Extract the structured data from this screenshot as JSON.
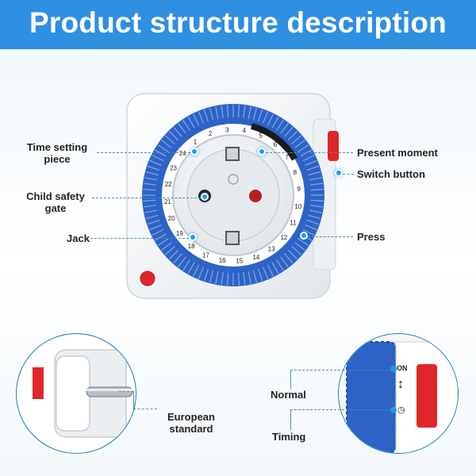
{
  "banner": {
    "title": "Product structure description"
  },
  "labels": {
    "time_setting_piece": "Time setting piece",
    "child_safety_gate": "Child safety gate",
    "jack": "Jack",
    "present_moment": "Present moment",
    "switch_button": "Switch button",
    "press": "Press",
    "european_standard": "European standard",
    "normal": "Normal",
    "timing": "Timing"
  },
  "dial": {
    "hours": [
      "1",
      "2",
      "3",
      "4",
      "5",
      "6",
      "7",
      "8",
      "9",
      "10",
      "11",
      "12",
      "13",
      "14",
      "15",
      "16",
      "17",
      "18",
      "19",
      "20",
      "21",
      "22",
      "23",
      "24"
    ]
  },
  "switch_marks": {
    "on": "ON"
  },
  "colors": {
    "banner": "#2f8fe0",
    "ring_blue": "#2d63c6",
    "indicator_red": "#e0262a",
    "marker_blue": "#1c9be8"
  },
  "icons": [
    "clock-icon",
    "double-arrow-icon"
  ]
}
